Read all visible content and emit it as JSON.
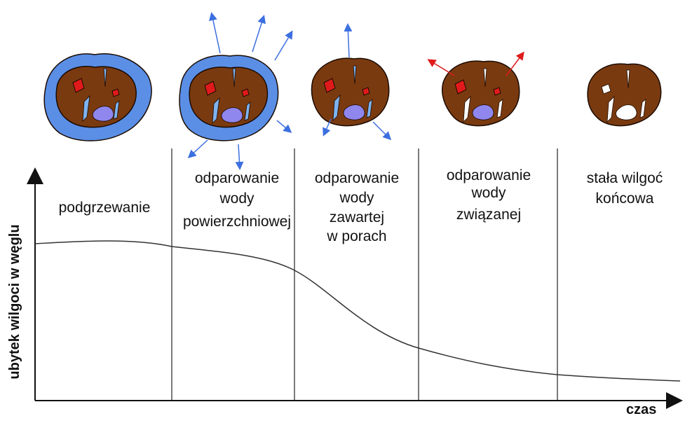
{
  "colors": {
    "coal": "#7a3a10",
    "coal_outline": "#1a0a00",
    "water": "#5b8fe6",
    "pore_water": "#7fb3f0",
    "pore_empty": "#ffffff",
    "inner": "#8f86ee",
    "red_spot": "#e01a1a",
    "arrow_blue": "#3c6fe0",
    "arrow_red": "#e01a1a",
    "curve": "#333333"
  },
  "axes": {
    "ylabel": "ubytek wilgoci w węglu",
    "xlabel": "czas"
  },
  "stages": [
    {
      "name": "stage-heating",
      "lines": [
        "podgrzewanie"
      ]
    },
    {
      "name": "stage-surface-water",
      "lines": [
        "odparowanie",
        "wody",
        "powierzchniowej"
      ]
    },
    {
      "name": "stage-pore-water",
      "lines": [
        "odparowanie",
        "wody",
        "zawartej",
        "w porach"
      ]
    },
    {
      "name": "stage-bound-water",
      "lines": [
        "odparowanie",
        "wody",
        "związanej"
      ]
    },
    {
      "name": "stage-final-moisture",
      "lines": [
        "stała wilgoć",
        "końcowa"
      ]
    }
  ],
  "chart_data": {
    "type": "line",
    "series": [
      {
        "values": [
          0.9,
          0.91,
          0.88,
          0.72,
          0.28,
          0.14,
          0.1
        ]
      }
    ],
    "x": [
      0.0,
      0.2,
      0.4,
      0.44,
      0.6,
      0.8,
      1.0
    ],
    "stage_boundaries": [
      0.206,
      0.391,
      0.578,
      0.785
    ],
    "xlabel": "czas",
    "ylabel": "ubytek wilgoci w węglu"
  }
}
